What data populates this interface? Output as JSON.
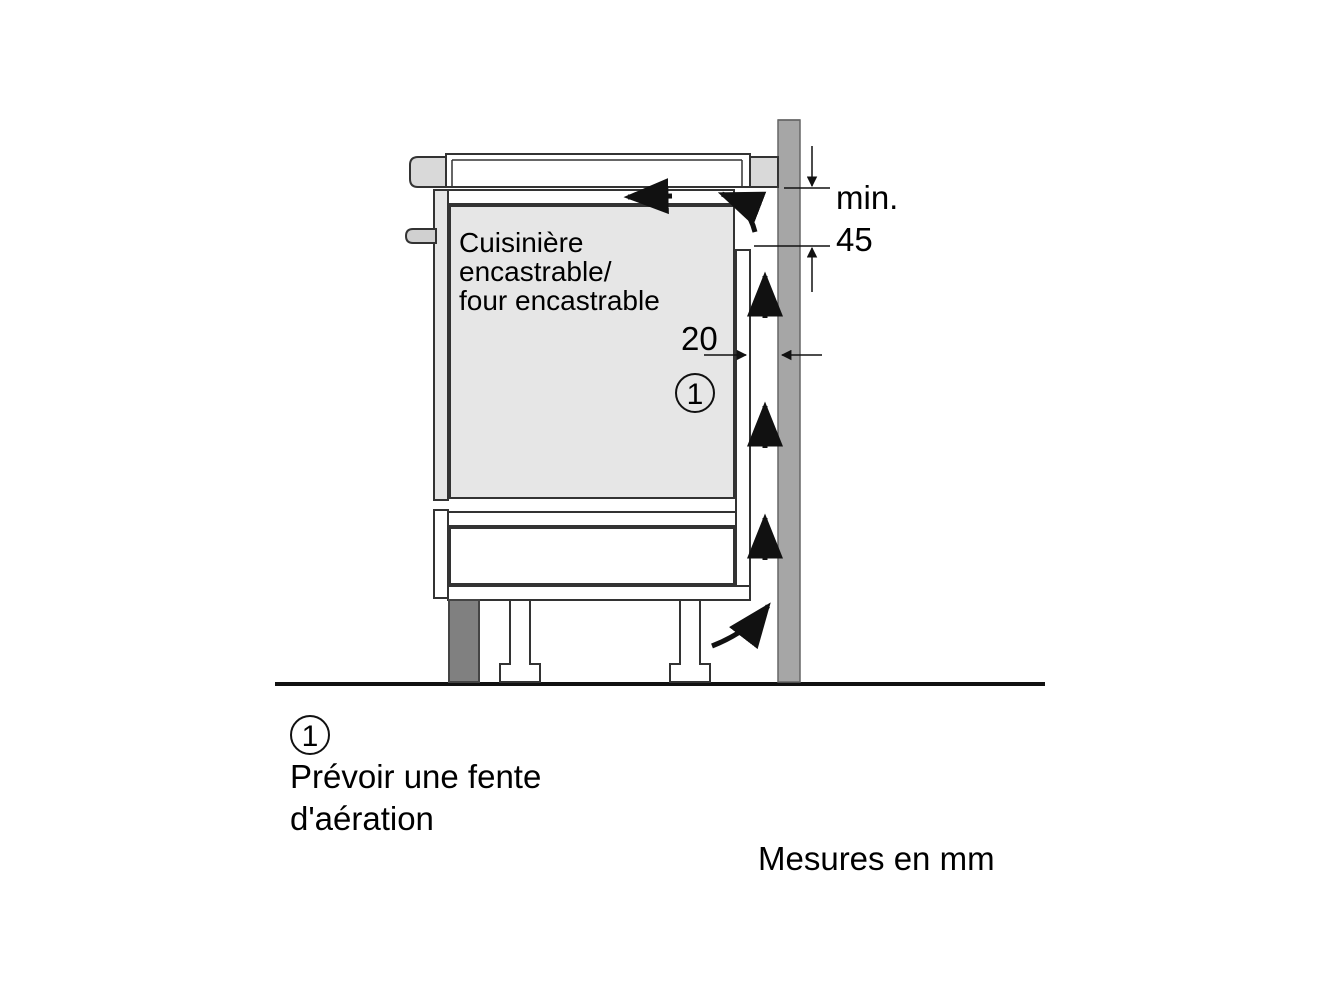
{
  "labels": {
    "appliance_line1": "Cuisinière",
    "appliance_line2": "encastrable/",
    "appliance_line3": "four encastrable",
    "gap_min_label": "min.",
    "gap_min_value": "45",
    "slot_dimension": "20",
    "callout_marker": "1"
  },
  "legend": {
    "marker": "1",
    "line1": "Prévoir une fente",
    "line2": "d'aération"
  },
  "units_note": "Mesures en mm",
  "colors": {
    "stroke": "#1a1a1a",
    "panel_fill": "#e6e6e6",
    "wall_fill": "#a6a6a6",
    "plinth_fill": "#808080"
  }
}
